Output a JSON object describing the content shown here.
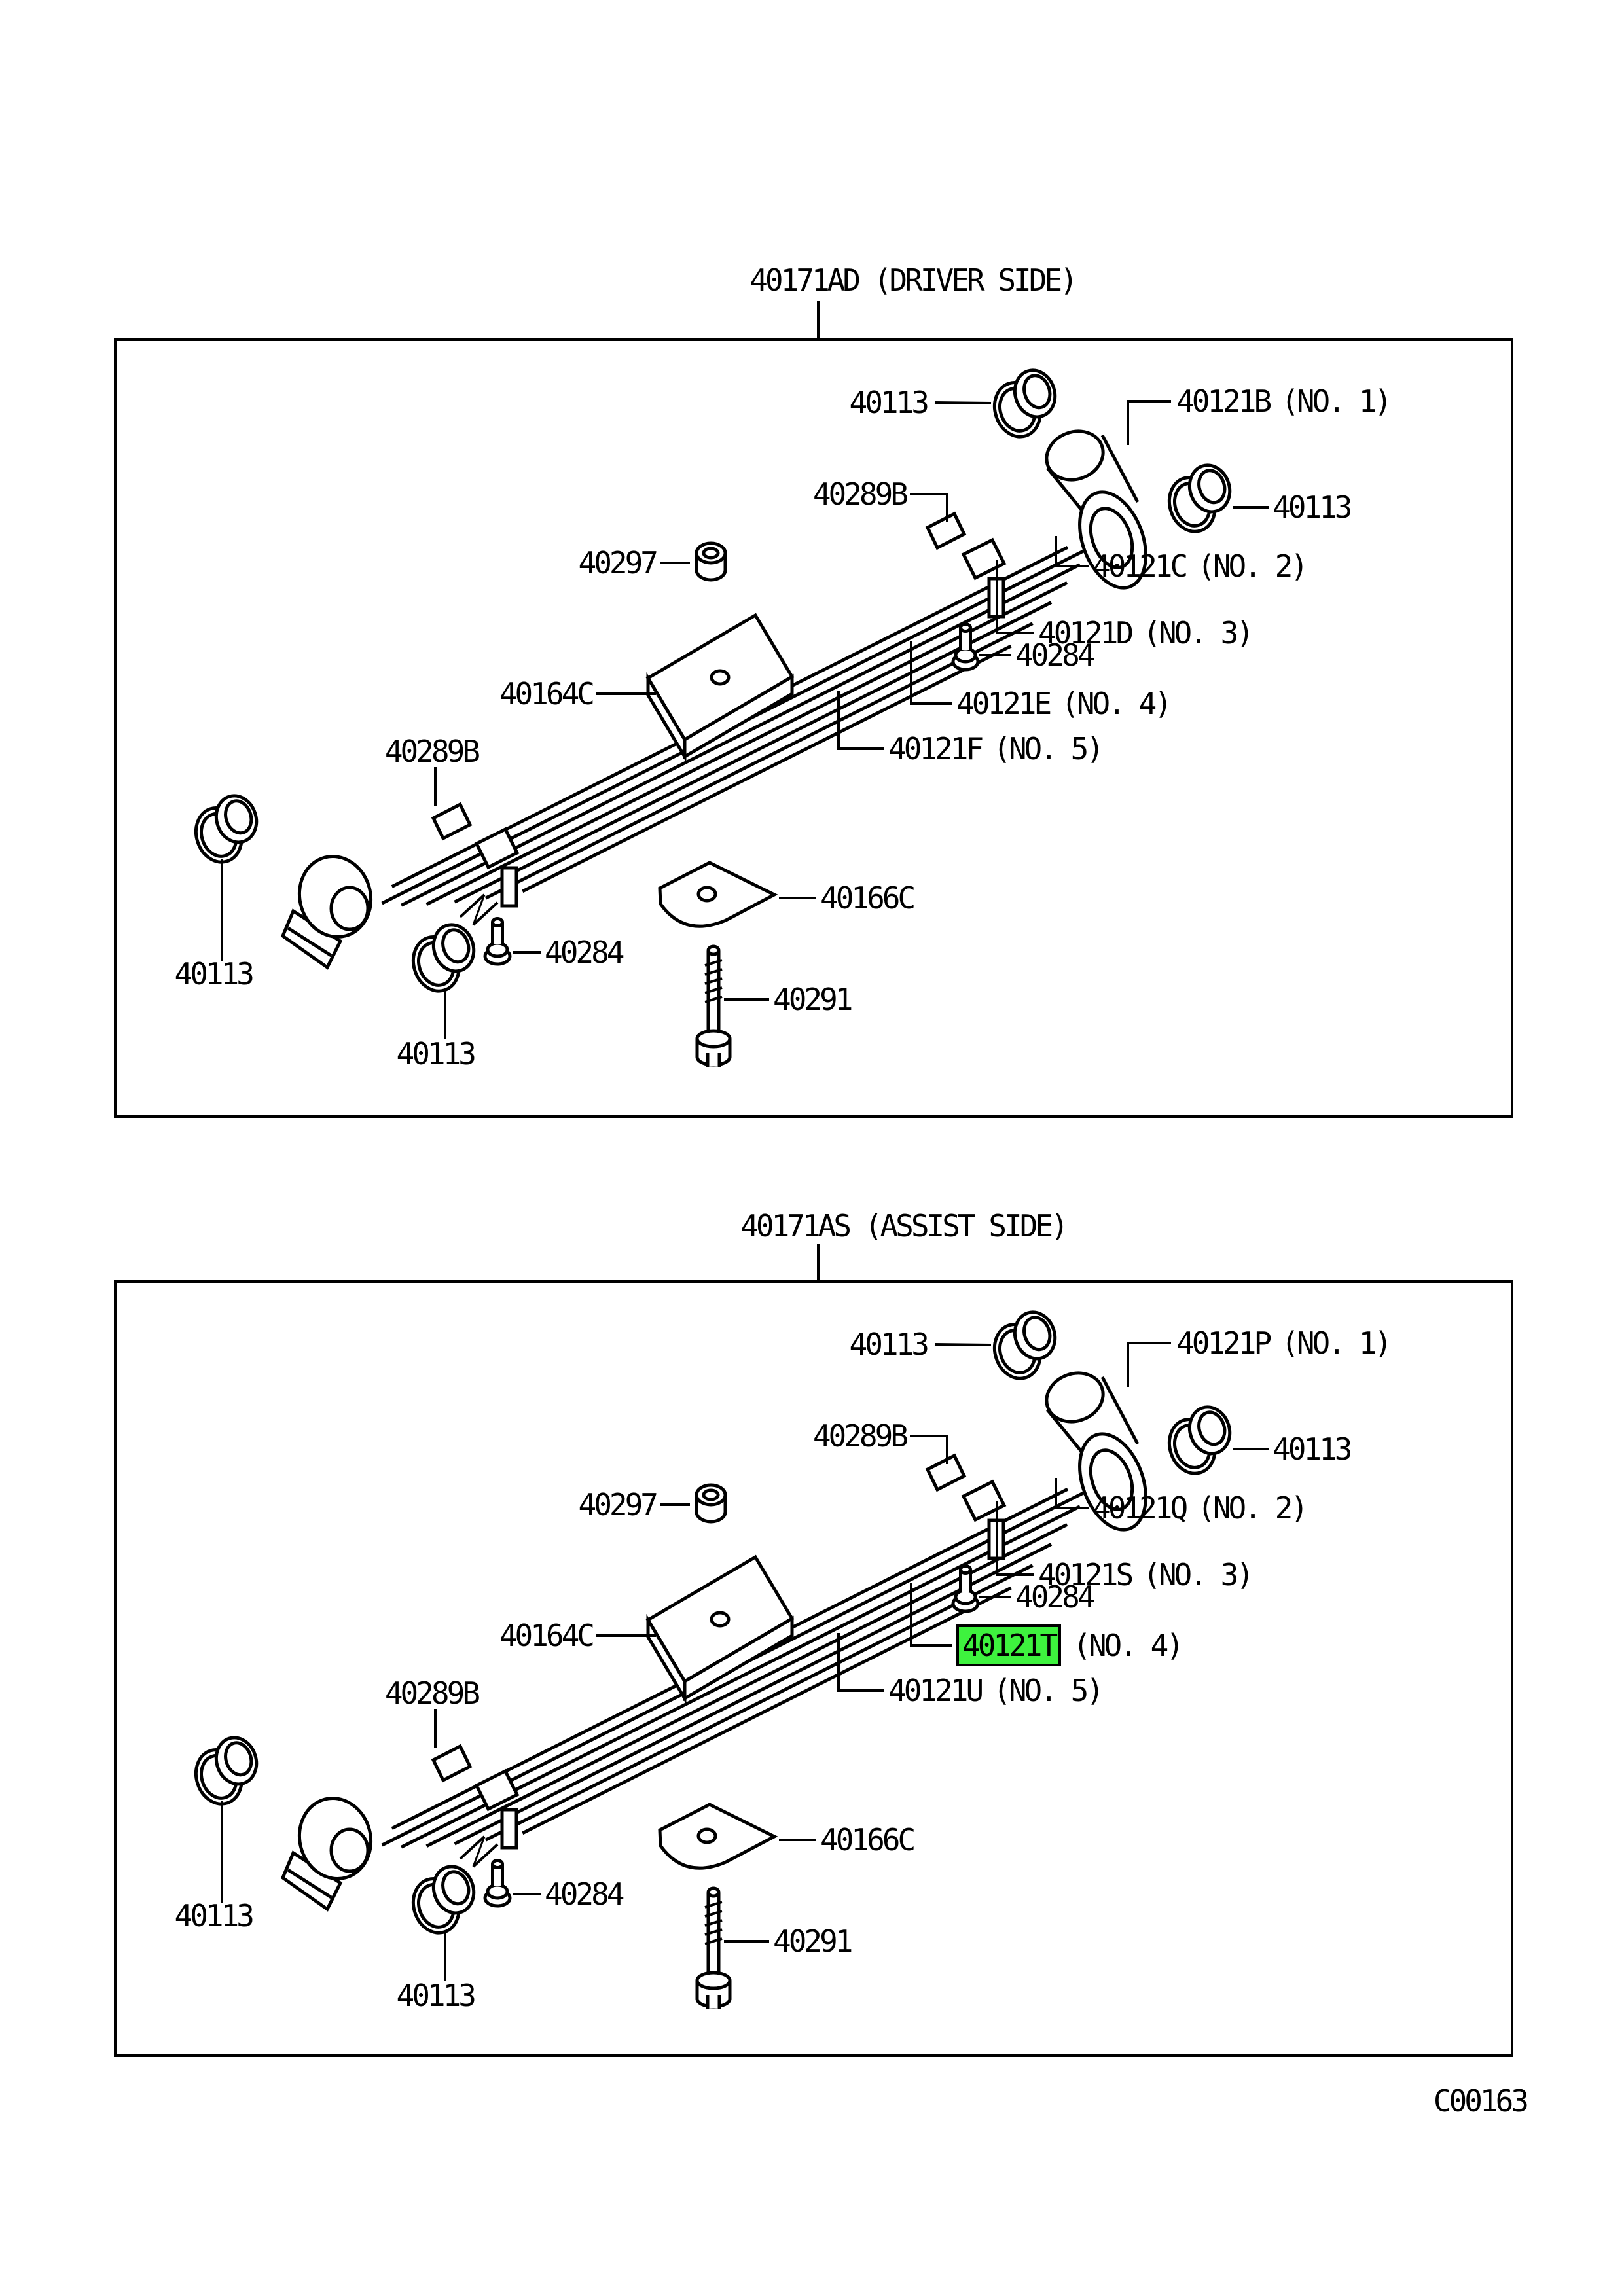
{
  "page": {
    "code": "C00163",
    "background_color": "#ffffff",
    "line_color": "#000000",
    "highlight_color": "#3ef23e",
    "highlighted_part": "40121T"
  },
  "diagrams": [
    {
      "title": "40171AD (DRIVER SIDE)",
      "labels": {
        "bushing_a": "40113",
        "no1": {
          "part": "40121B",
          "suffix": "(NO. 1)"
        },
        "clip_a": "40289B",
        "bushing_b": "40113",
        "no2": {
          "part": "40121C",
          "suffix": "(NO. 2)"
        },
        "no3": {
          "part": "40121D",
          "suffix": "(NO. 3)"
        },
        "nut": "40297",
        "bolt_a": "40284",
        "seat": "40164C",
        "no4": {
          "part": "40121E",
          "suffix": "(NO. 4)"
        },
        "no5": {
          "part": "40121F",
          "suffix": "(NO. 5)"
        },
        "clip_b": "40289B",
        "plate": "40166C",
        "bolt_b": "40284",
        "center_bolt": "40291",
        "bushing_c": "40113",
        "bushing_d": "40113"
      }
    },
    {
      "title": "40171AS (ASSIST SIDE)",
      "labels": {
        "bushing_a": "40113",
        "no1": {
          "part": "40121P",
          "suffix": "(NO. 1)"
        },
        "clip_a": "40289B",
        "bushing_b": "40113",
        "no2": {
          "part": "40121Q",
          "suffix": "(NO. 2)"
        },
        "no3": {
          "part": "40121S",
          "suffix": "(NO. 3)"
        },
        "nut": "40297",
        "bolt_a": "40284",
        "seat": "40164C",
        "no4": {
          "part": "40121T",
          "suffix": "(NO. 4)"
        },
        "no5": {
          "part": "40121U",
          "suffix": "(NO. 5)"
        },
        "clip_b": "40289B",
        "plate": "40166C",
        "bolt_b": "40284",
        "center_bolt": "40291",
        "bushing_c": "40113",
        "bushing_d": "40113"
      }
    }
  ]
}
